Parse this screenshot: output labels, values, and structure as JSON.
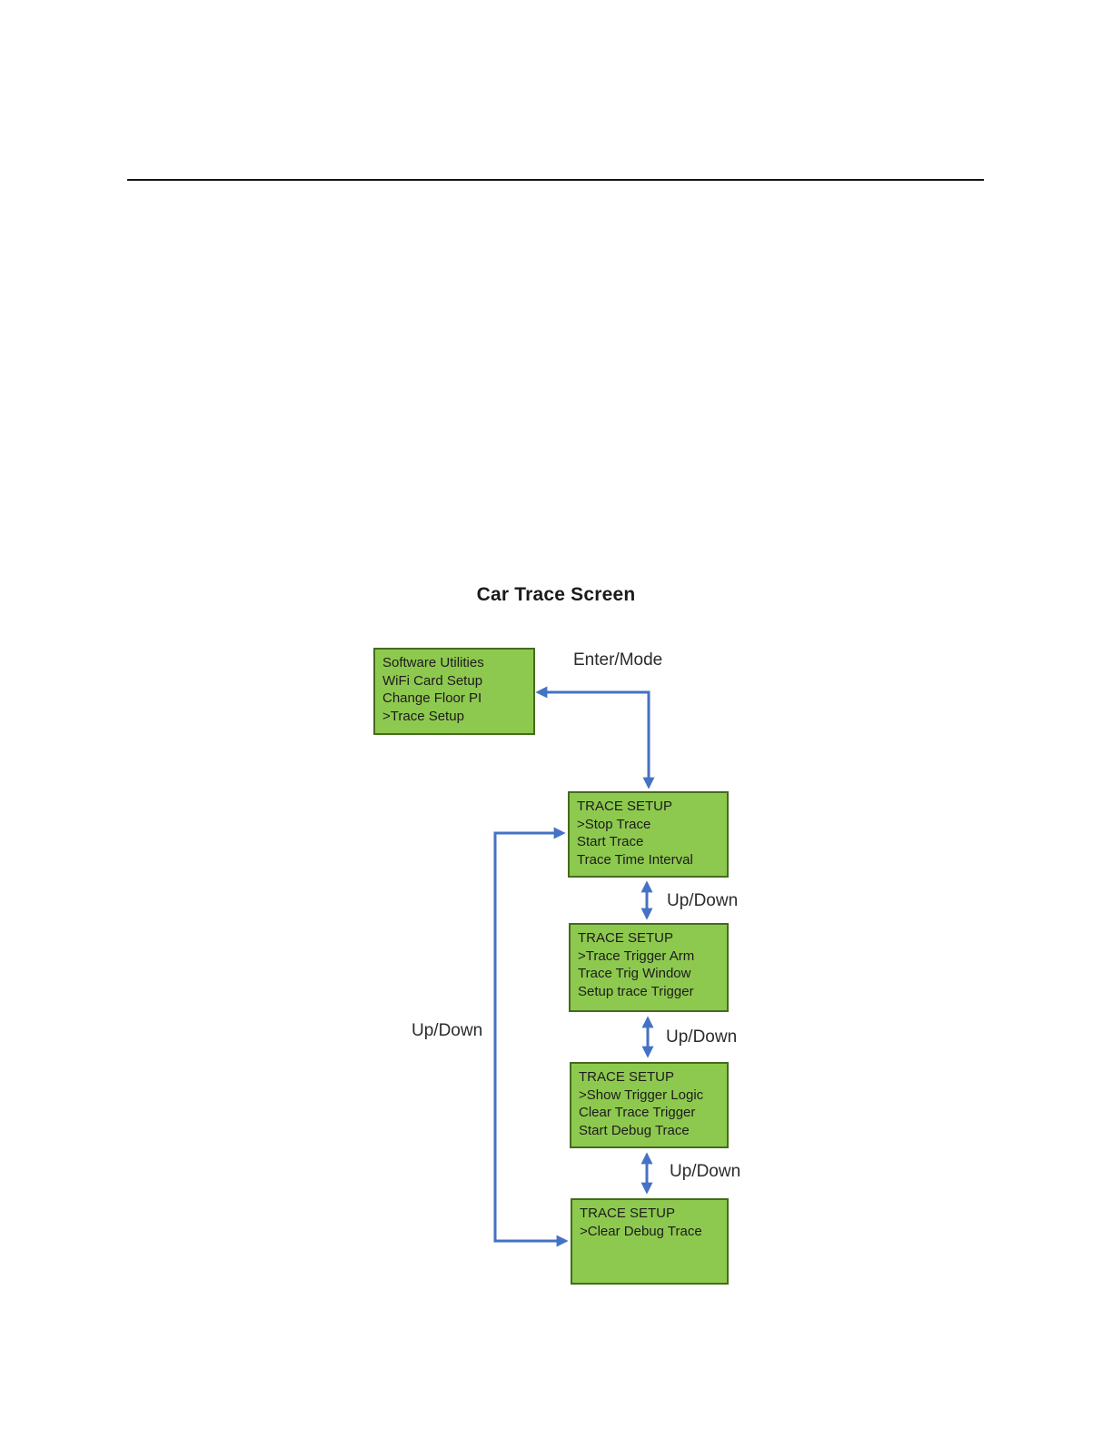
{
  "diagram": {
    "title": "Car Trace Screen",
    "labels": {
      "enter_mode": "Enter/Mode",
      "up_down": "Up/Down"
    },
    "colors": {
      "box_fill": "#8EC94F",
      "box_border": "#456B1E",
      "arrow": "#4472C4"
    },
    "boxes": [
      {
        "lines": [
          "Software Utilities",
          "WiFi Card Setup",
          "Change Floor PI",
          ">Trace Setup"
        ]
      },
      {
        "lines": [
          "TRACE SETUP",
          ">Stop Trace",
          "Start Trace",
          "Trace Time Interval"
        ]
      },
      {
        "lines": [
          "TRACE SETUP",
          ">Trace Trigger Arm",
          "Trace Trig Window",
          "Setup trace Trigger"
        ]
      },
      {
        "lines": [
          "TRACE SETUP",
          ">Show Trigger Logic",
          "Clear Trace Trigger",
          "Start Debug Trace"
        ]
      },
      {
        "lines": [
          "TRACE SETUP",
          ">Clear Debug Trace"
        ]
      }
    ]
  }
}
